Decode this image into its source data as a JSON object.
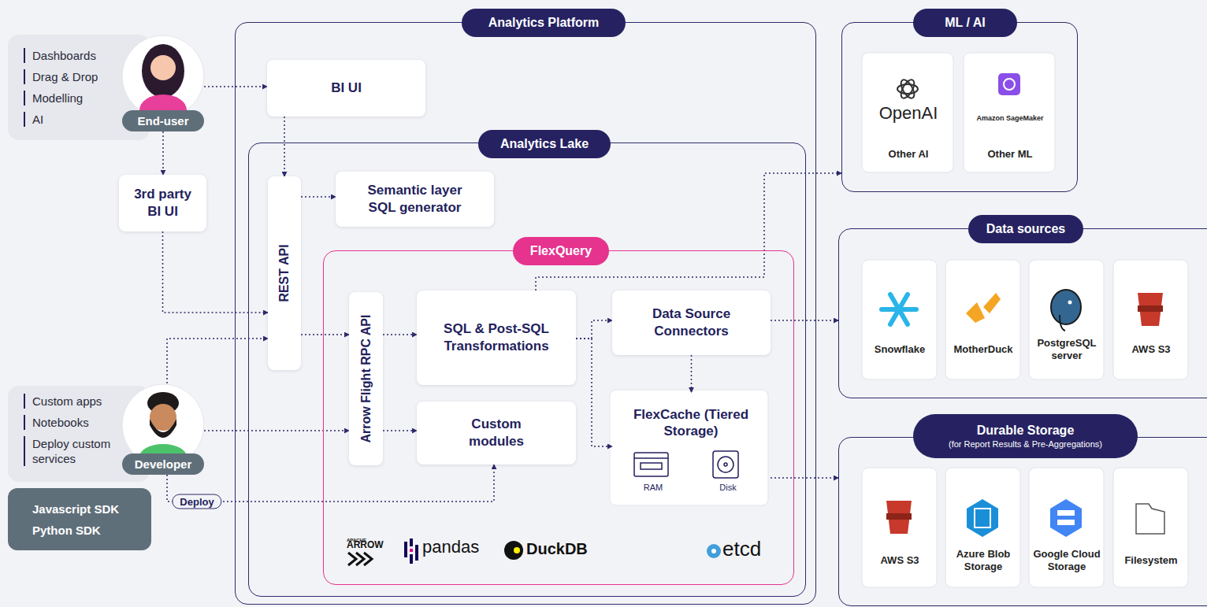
{
  "diagram": {
    "nodes": [
      {
        "text": [
          "Dashboards",
          "Drag & Drop",
          "Modelling",
          "AI"
        ]
      },
      {
        "text": [
          "End-user"
        ]
      },
      {
        "text": [
          "3rd party BI UI"
        ]
      },
      {
        "text": [
          "Custom apps",
          "Notebooks",
          "Deploy custom services"
        ]
      },
      {
        "text": [
          "Developer"
        ]
      },
      {
        "text": [
          "Javascript SDK",
          "Python SDK"
        ]
      },
      {
        "text": [
          "Analytics Platform"
        ]
      },
      {
        "text": [
          "BI UI"
        ],
        "in": 6
      },
      {
        "text": [
          "Analytics Lake"
        ],
        "in": 6
      },
      {
        "text": [
          "REST API"
        ],
        "in": 8
      },
      {
        "text": [
          "Semantic layer SQL generator"
        ],
        "in": 8
      },
      {
        "text": [
          "FlexQuery"
        ],
        "in": 8
      },
      {
        "text": [
          "Arrow Flight RPC API"
        ],
        "in": 11
      },
      {
        "text": [
          "SQL & Post-SQL Transformations"
        ],
        "in": 11
      },
      {
        "text": [
          "Custom modules"
        ],
        "in": 11
      },
      {
        "text": [
          "Data Source Connectors"
        ],
        "in": 11
      },
      {
        "text": [
          "FlexCache (Tiered Storage)",
          "RAM",
          "Disk"
        ],
        "in": 11
      },
      {
        "text": [
          "ML / AI"
        ]
      },
      {
        "text": [
          "OpenAI",
          "Other AI"
        ],
        "in": 17
      },
      {
        "text": [
          "Amazon SageMaker",
          "Other ML"
        ],
        "in": 17
      },
      {
        "text": [
          "Data sources"
        ]
      },
      {
        "text": [
          "Snowflake"
        ],
        "in": 20
      },
      {
        "text": [
          "MotherDuck"
        ],
        "in": 20
      },
      {
        "text": [
          "PostgreSQL server"
        ],
        "in": 20
      },
      {
        "text": [
          "AWS S3"
        ],
        "in": 20
      },
      {
        "text": [
          "Durable Storage",
          "(for Report Results & Pre-Aggregations)"
        ]
      },
      {
        "text": [
          "AWS S3"
        ],
        "in": 25
      },
      {
        "text": [
          "Azure Blob Storage"
        ],
        "in": 25
      },
      {
        "text": [
          "Google Cloud Storage"
        ],
        "in": 25
      },
      {
        "text": [
          "Filesystem"
        ],
        "in": 25
      }
    ],
    "edges": [
      {
        "from": 1,
        "to": 7,
        "arrow": "to"
      },
      {
        "from": 1,
        "to": 2,
        "arrow": "to"
      },
      {
        "from": 2,
        "to": 9,
        "arrow": "to"
      },
      {
        "from": 7,
        "to": 9,
        "arrow": "to"
      },
      {
        "from": 9,
        "to": 10,
        "arrow": "to"
      },
      {
        "from": 9,
        "to": 12,
        "arrow": "to"
      },
      {
        "from": 4,
        "to": 9,
        "arrow": "to"
      },
      {
        "from": 4,
        "to": 12,
        "arrow": "to"
      },
      {
        "from": 12,
        "to": 13,
        "arrow": "to"
      },
      {
        "from": 12,
        "to": 14,
        "arrow": "to"
      },
      {
        "from": 13,
        "to": 15,
        "arrow": "to"
      },
      {
        "from": 13,
        "to": 16,
        "arrow": "to"
      },
      {
        "from": 13,
        "to": 17,
        "arrow": "to"
      },
      {
        "from": 15,
        "to": 16,
        "arrow": "to"
      },
      {
        "from": 15,
        "to": 20,
        "arrow": "to"
      },
      {
        "from": 16,
        "to": 25,
        "arrow": "to"
      },
      {
        "from": 4,
        "to": 14,
        "label": "Deploy",
        "arrow": "to"
      }
    ],
    "labels": [
      "APACHE",
      "ARROW",
      "pandas",
      "DuckDB",
      "etcd"
    ]
  }
}
